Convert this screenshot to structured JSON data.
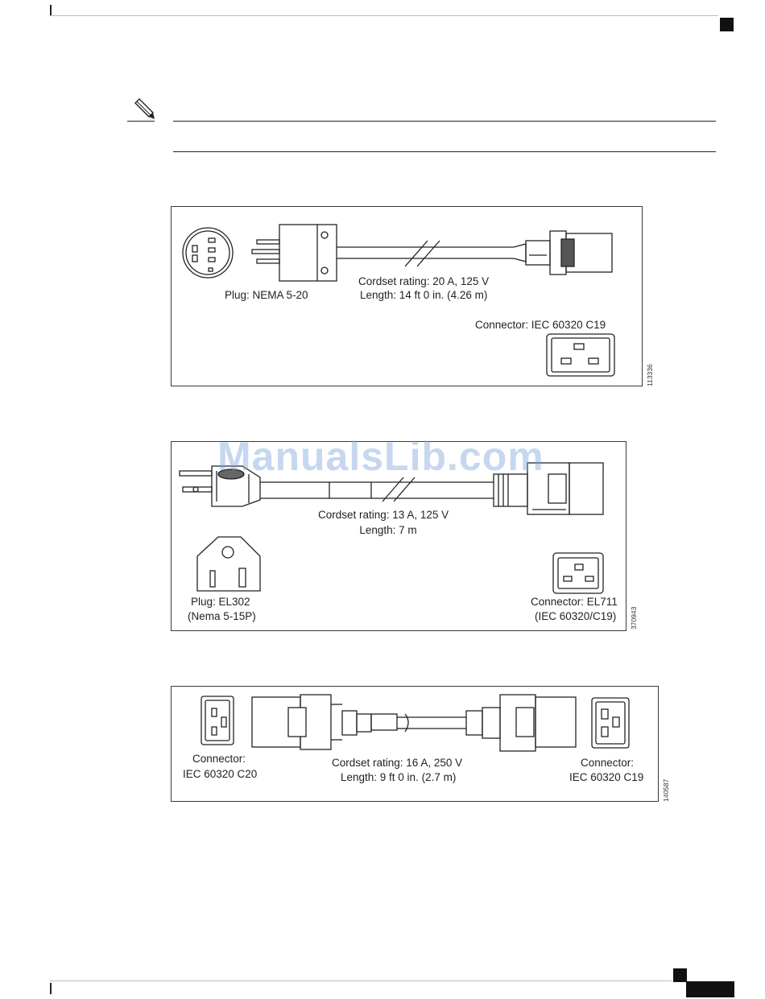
{
  "watermark": "ManualsLib.com",
  "figures": [
    {
      "plug_label": "Plug: NEMA 5-20",
      "rating": "Cordset rating: 20 A, 125 V",
      "length": "Length: 14 ft 0 in. (4.26 m)",
      "connector_label": "Connector: IEC 60320 C19",
      "figure_id": "113336"
    },
    {
      "rating": "Cordset rating: 13 A, 125 V",
      "length": "Length: 7 m",
      "plug_label_line1": "Plug: EL302",
      "plug_label_line2": "(Nema 5-15P)",
      "connector_label_line1": "Connector: EL711",
      "connector_label_line2": "(IEC 60320/C19)",
      "figure_id": "370943"
    },
    {
      "left_connector_line1": "Connector:",
      "left_connector_line2": "IEC 60320 C20",
      "rating": "Cordset rating: 16 A, 250 V",
      "length": "Length: 9 ft 0 in. (2.7 m)",
      "right_connector_line1": "Connector:",
      "right_connector_line2": "IEC 60320 C19",
      "figure_id": "140587"
    }
  ]
}
